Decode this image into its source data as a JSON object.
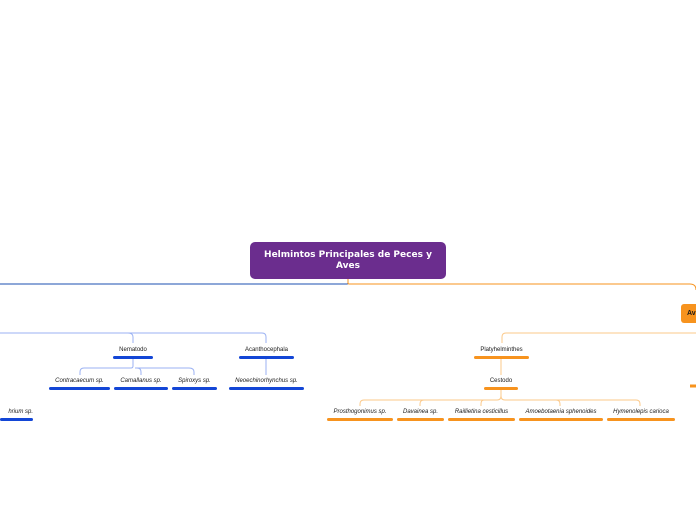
{
  "root": {
    "title": "Helmintos Principales de Peces y Aves"
  },
  "peces_branch": {
    "partial_leaf": "hrium sp.",
    "nematodo": {
      "label": "Nematodo",
      "children": [
        "Contracaecum sp.",
        "Camallanus sp.",
        "Spiroxys sp."
      ]
    },
    "acanthocephala": {
      "label": "Acanthocephala",
      "children": [
        "Neoechinorhynchus sp."
      ]
    }
  },
  "aves_branch": {
    "label_partial": "Av",
    "platyhelminthes": {
      "label": "Platyhelminthes",
      "cestodo": {
        "label": "Cestodo",
        "children": [
          "Prosthogonimus sp.",
          "Davainea sp.",
          "Raillietina cesticillus",
          "Amoebotaenia sphenoides",
          "Hymenolepis carioca"
        ]
      }
    }
  },
  "colors": {
    "root": "#6b2d8e",
    "blue_branch": "#1346d6",
    "blue_line": "#7f9cf0",
    "orange_branch": "#f7931e",
    "orange_line": "#fbc98a"
  }
}
